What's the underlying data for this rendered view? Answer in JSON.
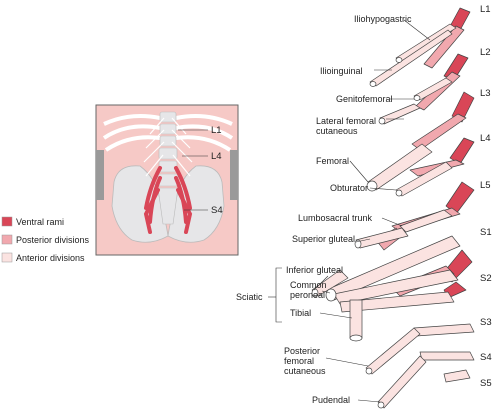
{
  "colors": {
    "ventral": "#d94657",
    "posterior": "#f1a8ae",
    "anterior": "#fbe3e1",
    "bone": "#e6e6e8",
    "background": "#f6c9c6",
    "lead": "#333333"
  },
  "legend": [
    {
      "label": "Ventral rami",
      "color": "#d94657"
    },
    {
      "label": "Posterior divisions",
      "color": "#f1a8ae"
    },
    {
      "label": "Anterior divisions",
      "color": "#fbe3e1"
    }
  ],
  "inset_levels": [
    "L1",
    "L4",
    "S4"
  ],
  "root_levels": [
    "L1",
    "L2",
    "L3",
    "L4",
    "L5",
    "S1",
    "S2",
    "S3",
    "S4",
    "S5"
  ],
  "nerves": {
    "iliohypogastric": "Iliohypogastric",
    "ilioinguinal": "Ilioinguinal",
    "genitofemoral": "Genitofemoral",
    "lateral_femoral_cutaneous_line1": "Lateral femoral",
    "lateral_femoral_cutaneous_line2": "cutaneous",
    "femoral": "Femoral",
    "obturator": "Obturator",
    "lumbosacral_trunk": "Lumbosacral trunk",
    "superior_gluteal": "Superior gluteal",
    "inferior_gluteal": "Inferior gluteal",
    "common_peroneal_line1": "Common",
    "common_peroneal_line2": "peroneal",
    "sciatic": "Sciatic",
    "tibial": "Tibial",
    "posterior_femoral_cutaneous_line1": "Posterior",
    "posterior_femoral_cutaneous_line2": "femoral",
    "posterior_femoral_cutaneous_line3": "cutaneous",
    "pudendal": "Pudendal"
  }
}
